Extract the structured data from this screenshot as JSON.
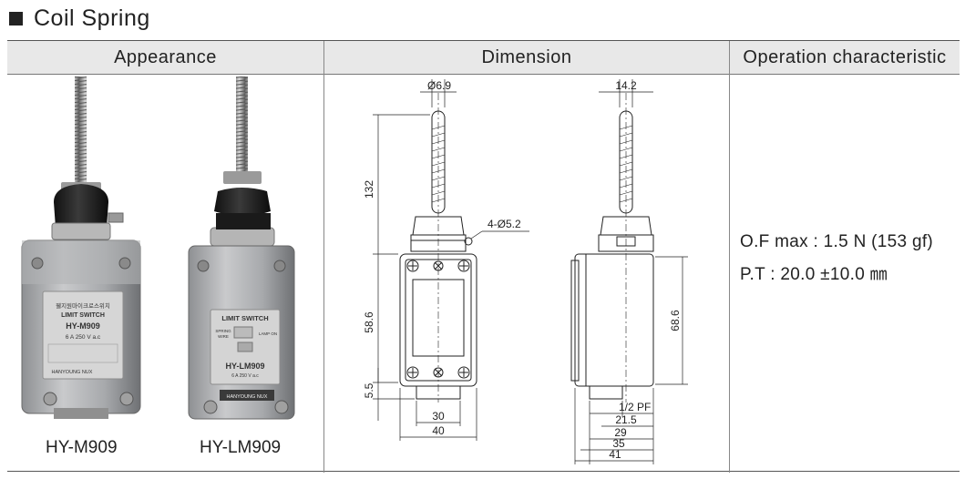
{
  "heading": "Coil Spring",
  "columns": {
    "appearance": "Appearance",
    "dimension": "Dimension",
    "operation": "Operation characteristic"
  },
  "appearance": {
    "models": [
      "HY-M909",
      "HY-LM909"
    ],
    "left_label": {
      "line1": "웰지원마이크로스위치",
      "line2": "LIMIT SWITCH",
      "line3": "HY-M909",
      "line4": "6 A 250 V a.c",
      "maker": "HANYOUNG NUX"
    },
    "right_label": {
      "line1": "LIMIT SWITCH",
      "spring": "SPRING",
      "wire": "WIRE",
      "lamp": "LAMP ON",
      "model": "HY-LM909",
      "rating": "6 A 250 V a.c",
      "maker": "HANYOUNG NUX"
    }
  },
  "dimension": {
    "front": {
      "rod_dia": "Ø6.9",
      "holes": "4-Ø5.2",
      "h_132": "132",
      "h_58_6": "58.6",
      "h_5_5": "5.5",
      "w_30": "30",
      "w_40": "40"
    },
    "side": {
      "w_14_2": "14.2",
      "h_68_6": "68.6",
      "thread": "1/2 PF",
      "w_21_5": "21.5",
      "w_29": "29",
      "w_35": "35",
      "w_41": "41"
    }
  },
  "operation": {
    "of_line": "O.F max : 1.5 N (153 gf)",
    "pt_line": "P.T : 20.0 ±10.0 ㎜"
  }
}
